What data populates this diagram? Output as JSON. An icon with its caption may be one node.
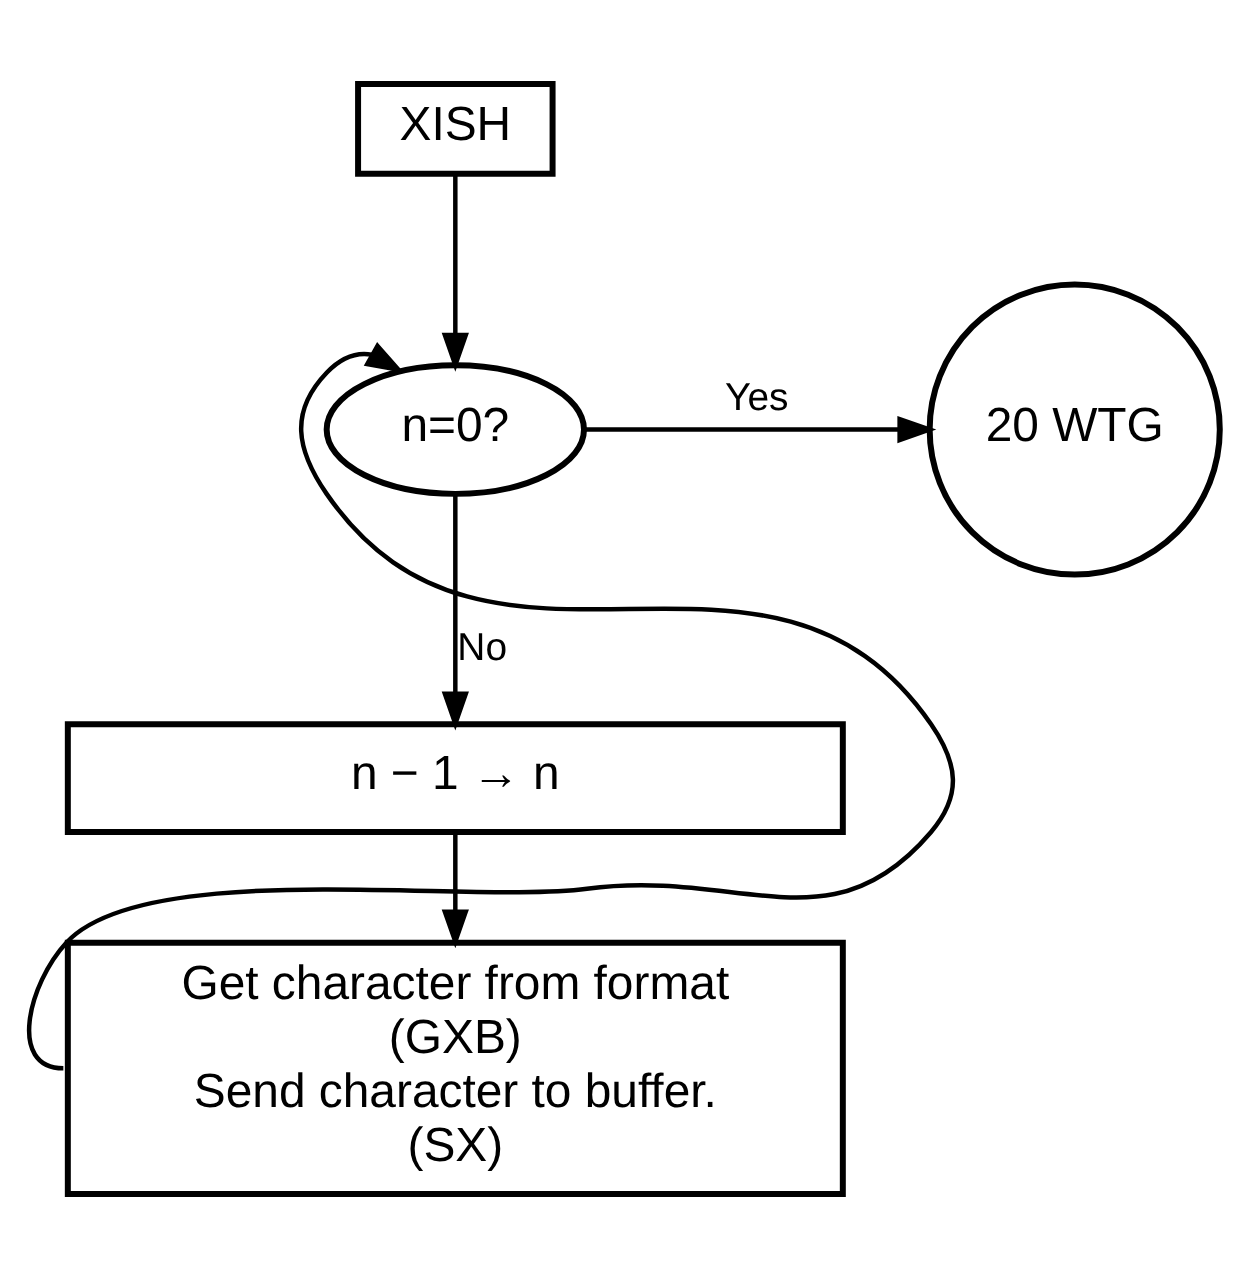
{
  "diagram": {
    "nodes": [
      {
        "text": [
          "XISH"
        ]
      },
      {
        "text": [
          "n=0?"
        ]
      },
      {
        "text": [
          "20 WTG"
        ]
      },
      {
        "text": [
          "n − 1 → n"
        ]
      },
      {
        "text": [
          "Get character from format",
          "(GXB)",
          "Send character to buffer.",
          "(SX)"
        ]
      }
    ],
    "edges": [
      {
        "from": 0,
        "to": 1,
        "arrow": "to"
      },
      {
        "from": 1,
        "to": 2,
        "arrow": "to",
        "label": "Yes"
      },
      {
        "from": 1,
        "to": 3,
        "arrow": "to",
        "label": "No"
      },
      {
        "from": 3,
        "to": 4,
        "arrow": "to"
      },
      {
        "from": 4,
        "to": 1,
        "arrow": "to"
      }
    ]
  }
}
